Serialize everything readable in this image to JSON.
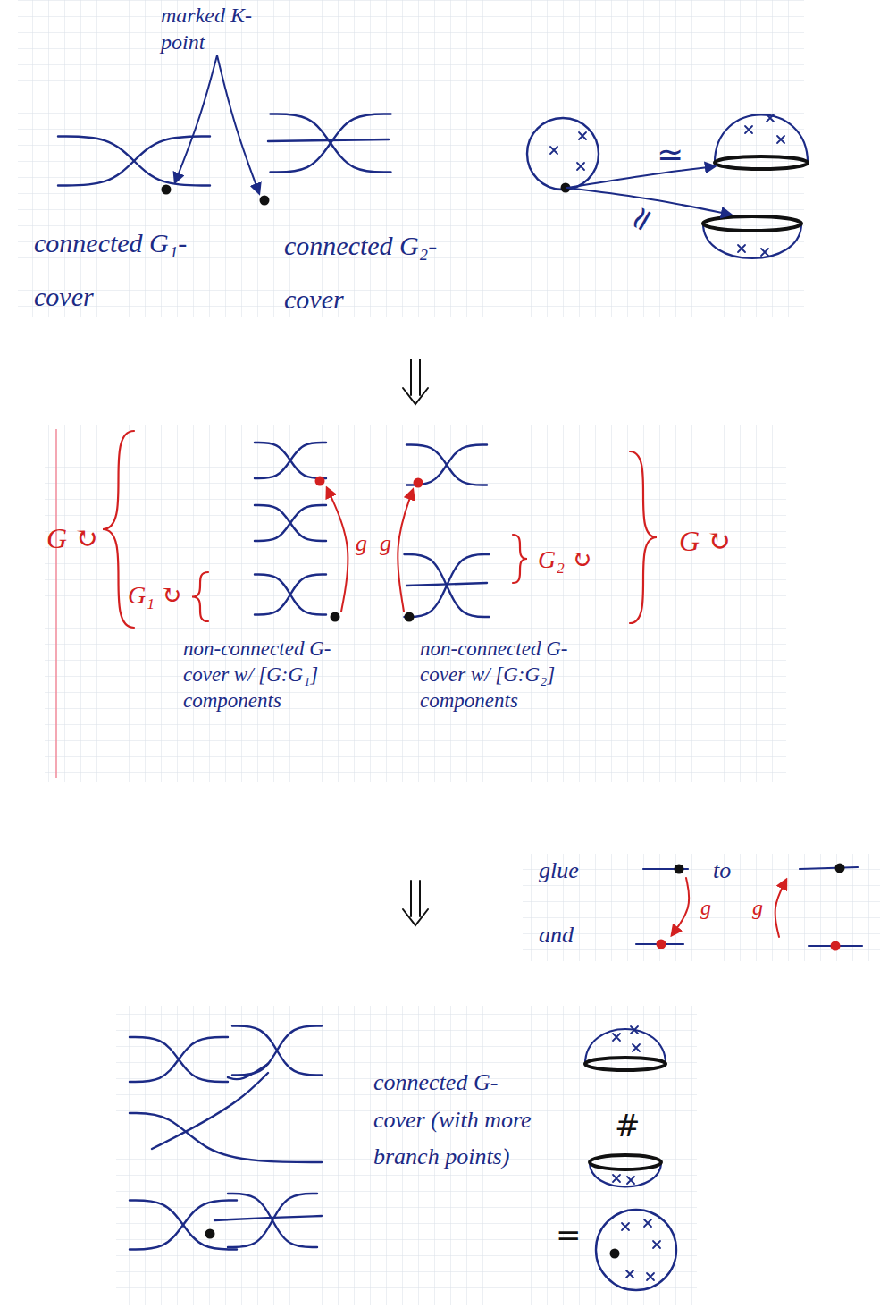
{
  "diagram": {
    "labels": [
      "marked K-point",
      "connected G₁-cover",
      "connected G₂-cover",
      "≃",
      "≃",
      "G ↻",
      "G₁ ↻",
      "g",
      "g",
      "G₂ ↻",
      "G ↻",
      "non-connected G-cover w/ [G:G₁] components",
      "non-connected G-cover w/ [G:G₂] components",
      "glue",
      "to",
      "and",
      "g",
      "g",
      "connected G-cover (with more branch points)",
      "#",
      "="
    ]
  }
}
